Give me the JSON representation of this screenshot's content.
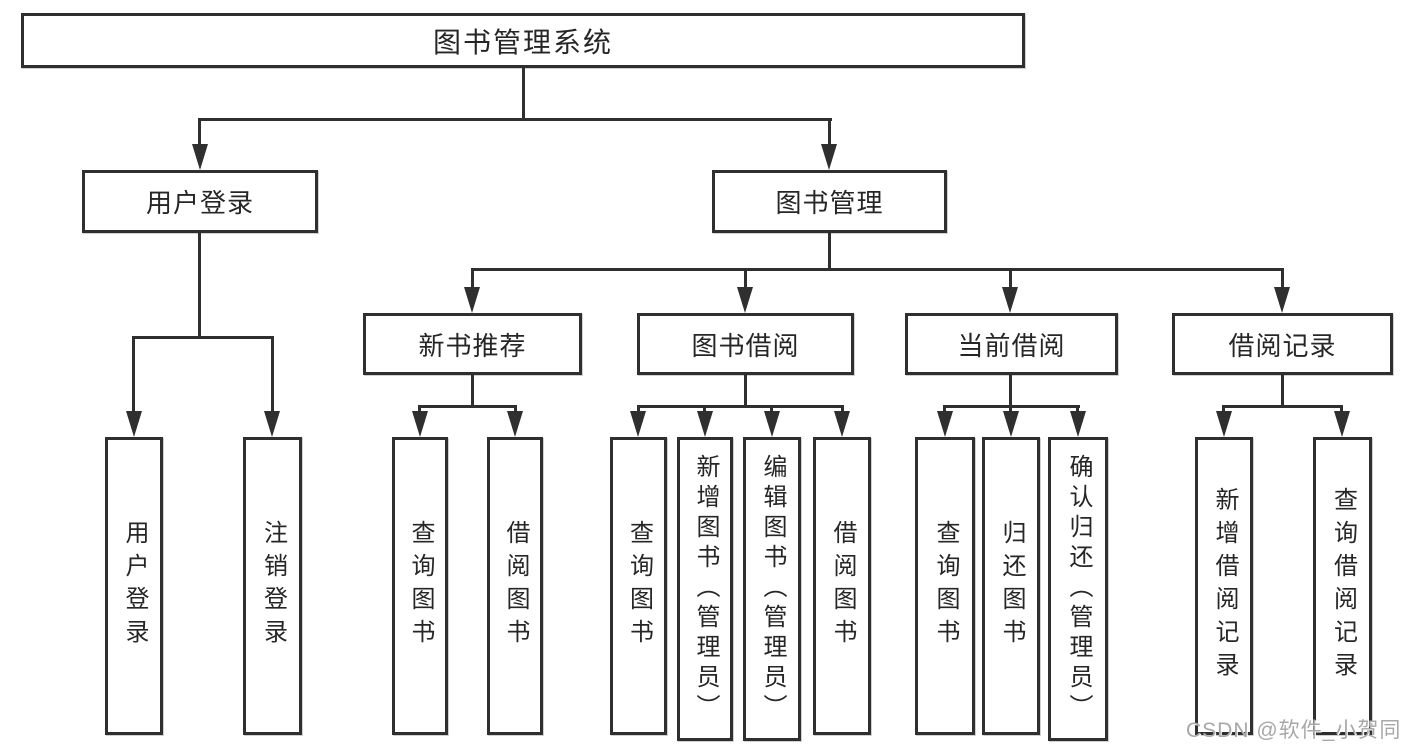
{
  "diagram": {
    "root": {
      "label": "图书管理系统"
    },
    "branches": [
      {
        "label": "用户登录",
        "children": [
          {
            "label": "用户登录"
          },
          {
            "label": "注销登录"
          }
        ]
      },
      {
        "label": "图书管理",
        "children": [
          {
            "label": "新书推荐",
            "children": [
              {
                "label": "查询图书"
              },
              {
                "label": "借阅图书"
              }
            ]
          },
          {
            "label": "图书借阅",
            "children": [
              {
                "label": "查询图书"
              },
              {
                "label": "新增图书（管理员）"
              },
              {
                "label": "编辑图书（管理员）"
              },
              {
                "label": "借阅图书"
              }
            ]
          },
          {
            "label": "当前借阅",
            "children": [
              {
                "label": "查询图书"
              },
              {
                "label": "归还图书"
              },
              {
                "label": "确认归还（管理员）"
              }
            ]
          },
          {
            "label": "借阅记录",
            "children": [
              {
                "label": "新增借阅记录"
              },
              {
                "label": "查询借阅记录"
              }
            ]
          }
        ]
      }
    ]
  },
  "watermark": {
    "text": "CSDN @软件_小贺同学"
  },
  "colors": {
    "line": "#2f2f2f",
    "text": "#262626",
    "background": "#ffffff",
    "watermark": "#a8a8a8"
  }
}
